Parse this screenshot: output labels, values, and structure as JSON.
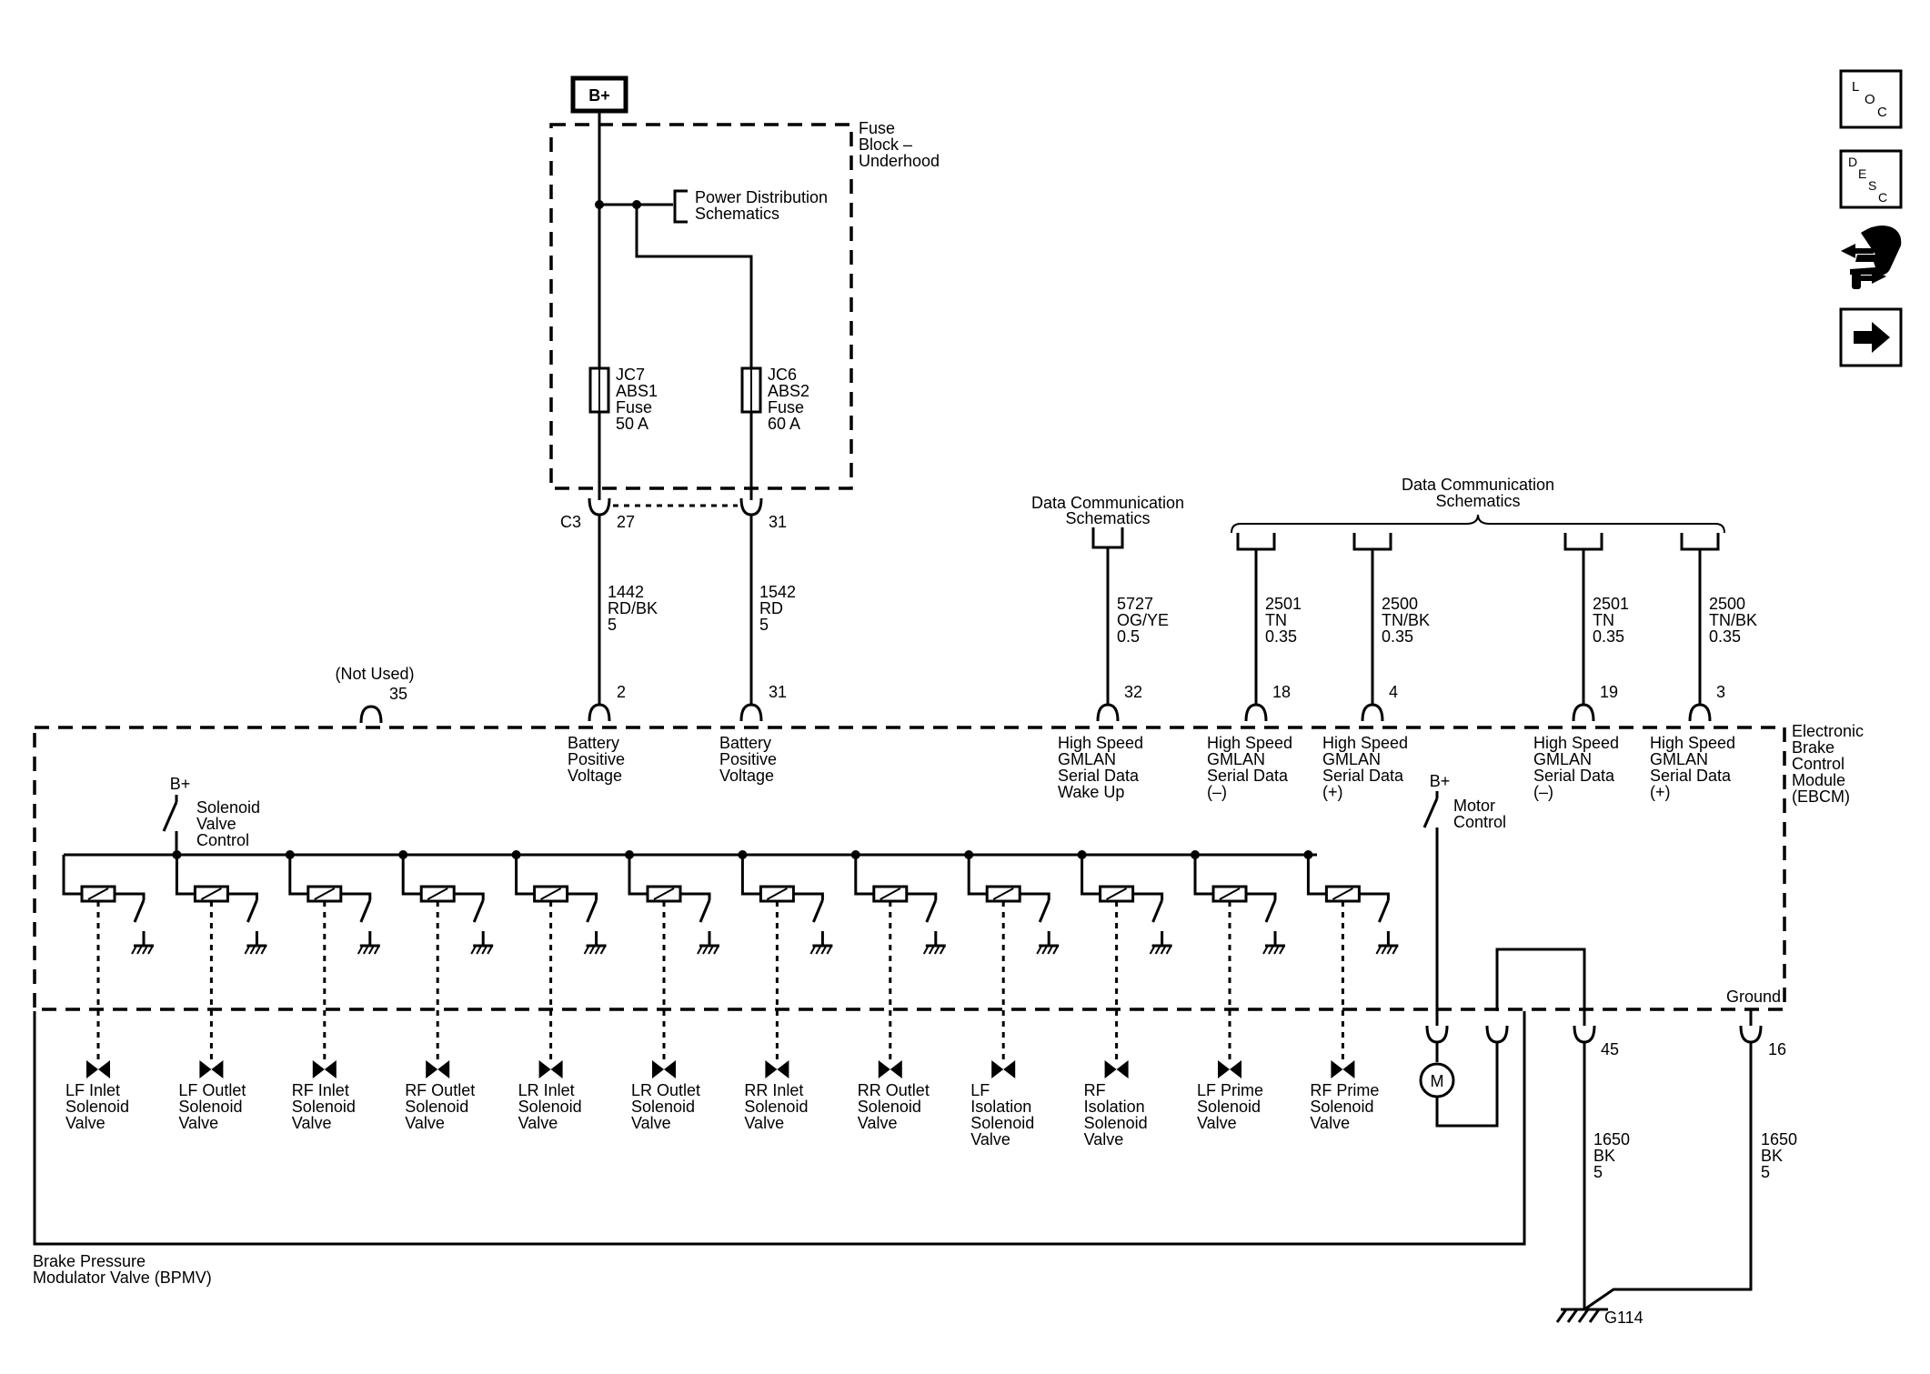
{
  "power_source": "B+",
  "fuse_block": [
    "Fuse",
    "Block –",
    "Underhood"
  ],
  "power_dist_ref": [
    "Power Distribution",
    "Schematics"
  ],
  "fuses": [
    {
      "lines": [
        "JC7",
        "ABS1",
        "Fuse",
        "50 A"
      ]
    },
    {
      "lines": [
        "JC6",
        "ABS2",
        "Fuse",
        "60 A"
      ]
    }
  ],
  "connector": "C3",
  "fuse_pins": [
    "27",
    "31"
  ],
  "power_wires": [
    {
      "lines": [
        "1442",
        "RD/BK",
        "5"
      ]
    },
    {
      "lines": [
        "1542",
        "RD",
        "5"
      ]
    }
  ],
  "data_comm_single": [
    "Data Communication",
    "Schematics"
  ],
  "data_comm_multi": [
    "Data Communication",
    "Schematics"
  ],
  "data_wires": [
    {
      "lines": [
        "5727",
        "OG/YE",
        "0.5"
      ]
    },
    {
      "lines": [
        "2501",
        "TN",
        "0.35"
      ]
    },
    {
      "lines": [
        "2500",
        "TN/BK",
        "0.35"
      ]
    },
    {
      "lines": [
        "2501",
        "TN",
        "0.35"
      ]
    },
    {
      "lines": [
        "2500",
        "TN/BK",
        "0.35"
      ]
    }
  ],
  "not_used": {
    "label": "(Not Used)",
    "pin": "35"
  },
  "ebcm_pins": [
    {
      "pin": "2",
      "lines": [
        "Battery",
        "Positive",
        "Voltage"
      ]
    },
    {
      "pin": "31",
      "lines": [
        "Battery",
        "Positive",
        "Voltage"
      ]
    },
    {
      "pin": "32",
      "lines": [
        "High Speed",
        "GMLAN",
        "Serial Data",
        "Wake Up"
      ]
    },
    {
      "pin": "18",
      "lines": [
        "High Speed",
        "GMLAN",
        "Serial Data",
        "(–)"
      ]
    },
    {
      "pin": "4",
      "lines": [
        "High Speed",
        "GMLAN",
        "Serial Data",
        "(+)"
      ]
    },
    {
      "pin": "19",
      "lines": [
        "High Speed",
        "GMLAN",
        "Serial Data",
        "(–)"
      ]
    },
    {
      "pin": "3",
      "lines": [
        "High Speed",
        "GMLAN",
        "Serial Data",
        "(+)"
      ]
    }
  ],
  "ebcm_label": [
    "Electronic",
    "Brake",
    "Control",
    "Module",
    "(EBCM)"
  ],
  "solenoid_control": {
    "supply": "B+",
    "lines": [
      "Solenoid",
      "Valve",
      "Control"
    ]
  },
  "motor_control": {
    "supply": "B+",
    "lines": [
      "Motor",
      "Control"
    ]
  },
  "motor_symbol": "M",
  "ground": {
    "label": "Ground",
    "pin": "16"
  },
  "pin_45": "45",
  "ground_wires": [
    {
      "lines": [
        "1650",
        "BK",
        "5"
      ]
    },
    {
      "lines": [
        "1650",
        "BK",
        "5"
      ]
    }
  ],
  "ground_point": "G114",
  "bpmv_label": [
    "Brake Pressure",
    "Modulator Valve (BPMV)"
  ],
  "valves": [
    [
      "LF Inlet",
      "Solenoid",
      "Valve"
    ],
    [
      "LF Outlet",
      "Solenoid",
      "Valve"
    ],
    [
      "RF Inlet",
      "Solenoid",
      "Valve"
    ],
    [
      "RF Outlet",
      "Solenoid",
      "Valve"
    ],
    [
      "LR Inlet",
      "Solenoid",
      "Valve"
    ],
    [
      "LR Outlet",
      "Solenoid",
      "Valve"
    ],
    [
      "RR Inlet",
      "Solenoid",
      "Valve"
    ],
    [
      "RR Outlet",
      "Solenoid",
      "Valve"
    ],
    [
      "LF",
      "Isolation",
      "Solenoid",
      "Valve"
    ],
    [
      "RF",
      "Isolation",
      "Solenoid",
      "Valve"
    ],
    [
      "LF Prime",
      "Solenoid",
      "Valve"
    ],
    [
      "RF Prime",
      "Solenoid",
      "Valve"
    ]
  ],
  "nav_buttons": [
    {
      "icon": "loc-icon",
      "letters": [
        "L",
        "O",
        "C"
      ]
    },
    {
      "icon": "desc-icon",
      "letters": [
        "D",
        "E",
        "S",
        "C"
      ]
    },
    {
      "icon": "connector-icon"
    },
    {
      "icon": "arrow-right-icon"
    }
  ]
}
